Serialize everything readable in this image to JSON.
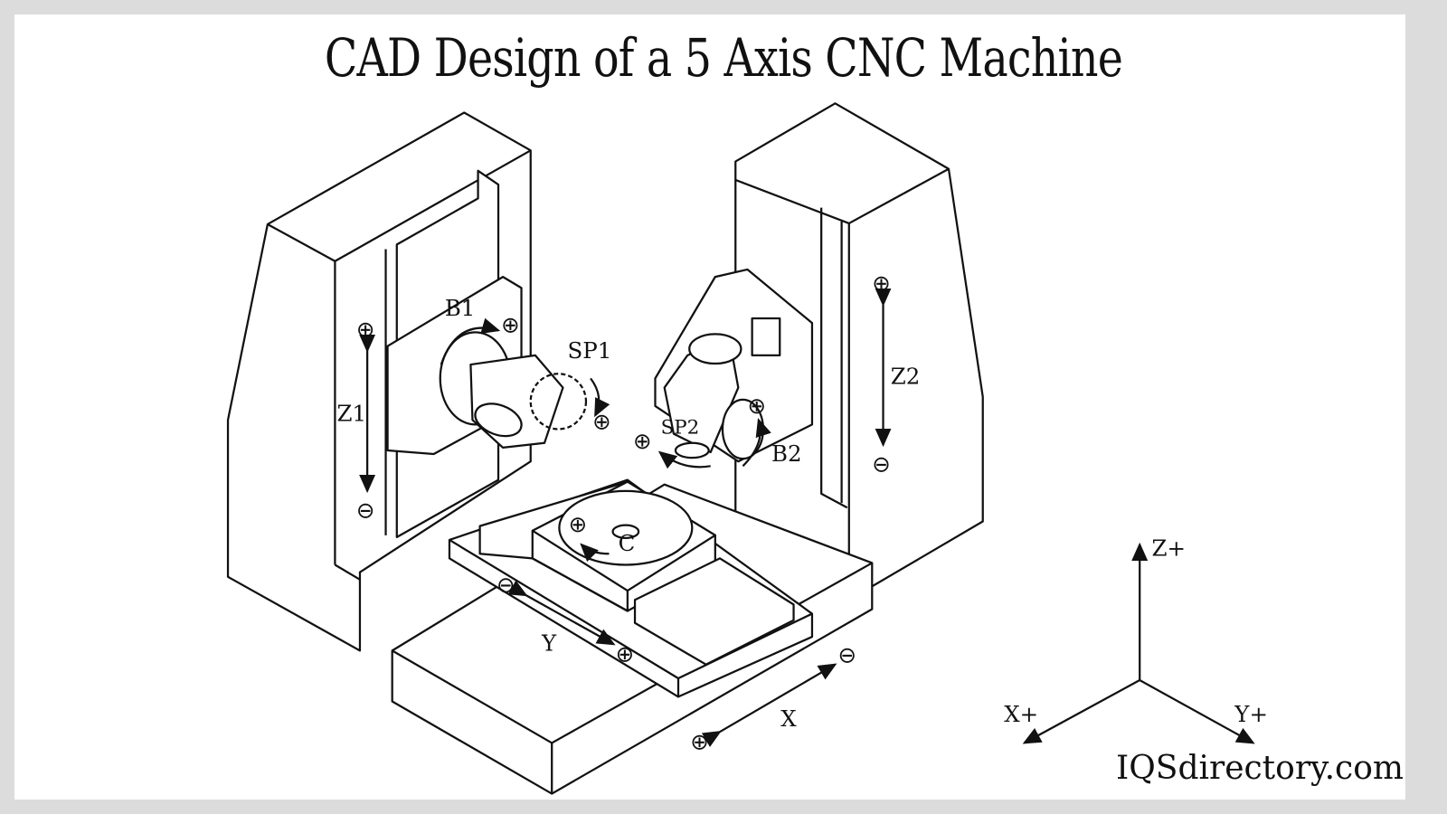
{
  "title": "CAD Design of a 5 Axis CNC Machine",
  "labels": {
    "b1": "B1",
    "sp1": "SP1",
    "z1": "Z1",
    "sp2": "SP2",
    "z2": "Z2",
    "b2": "B2",
    "c": "C",
    "y": "Y",
    "x": "X"
  },
  "axes_legend": {
    "z": "Z+",
    "x": "X+",
    "y": "Y+"
  },
  "symbols": {
    "plus": "⊕",
    "minus": "⊖"
  },
  "brand": "IQSdirectory.com"
}
